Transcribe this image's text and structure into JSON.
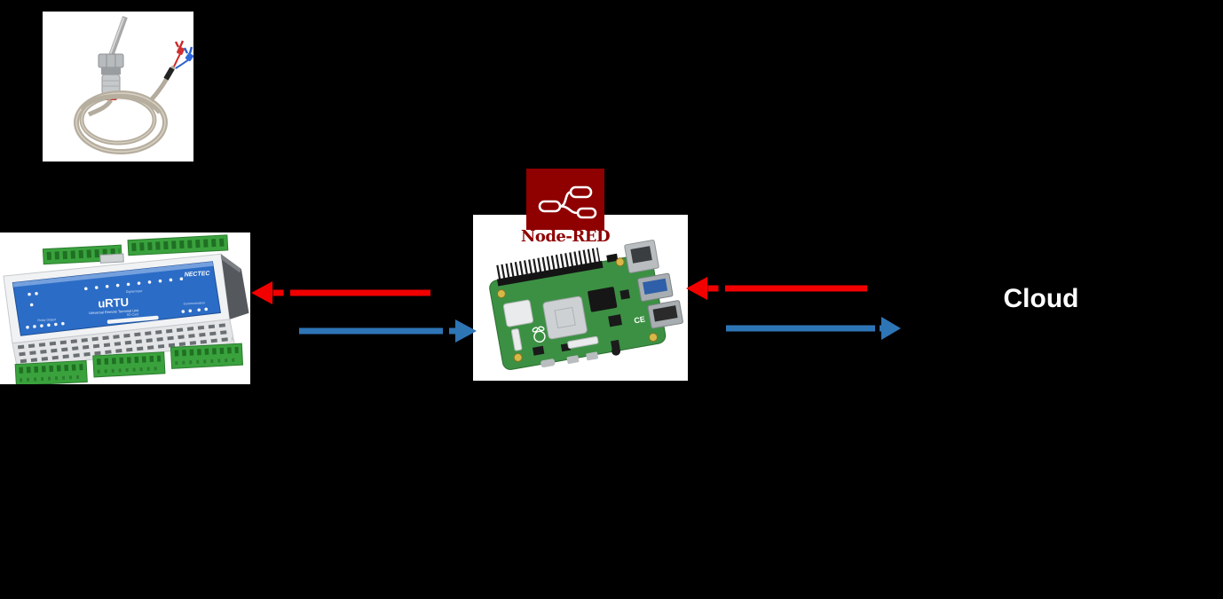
{
  "colors": {
    "background": "#000000",
    "arrow_red": "#F20000",
    "arrow_blue": "#2E75B6",
    "node_red_maroon": "#8F0000",
    "urtu_panel_blue": "#2B6CC6",
    "pi_board_green": "#3C9043",
    "terminal_green": "#3AA23D",
    "cloud_text": "#FFFFFF"
  },
  "nodes": {
    "sensor": {
      "icon": "thermocouple-temperature-sensor"
    },
    "urtu": {
      "icon": "urtu-din-rail-device",
      "title": "uRTU",
      "subtitle": "Universal Remote Terminal Unit",
      "brand": "NECTEC",
      "panel_labels": {
        "digital_input": "Digital Input",
        "relay_output": "Relay Output",
        "sd_card": "SD Card",
        "communication": "Communication"
      }
    },
    "gateway": {
      "icon": "raspberry-pi-board",
      "logo": "node-red-logo",
      "logo_label": "Node-RED",
      "board_mark": "CE"
    },
    "cloud": {
      "label": "Cloud"
    }
  },
  "edges": [
    {
      "from": "gateway",
      "to": "urtu",
      "color": "#F20000",
      "direction": "left"
    },
    {
      "from": "urtu",
      "to": "gateway",
      "color": "#2E75B6",
      "direction": "right"
    },
    {
      "from": "cloud",
      "to": "gateway",
      "color": "#F20000",
      "direction": "left"
    },
    {
      "from": "gateway",
      "to": "cloud",
      "color": "#2E75B6",
      "direction": "right"
    }
  ]
}
